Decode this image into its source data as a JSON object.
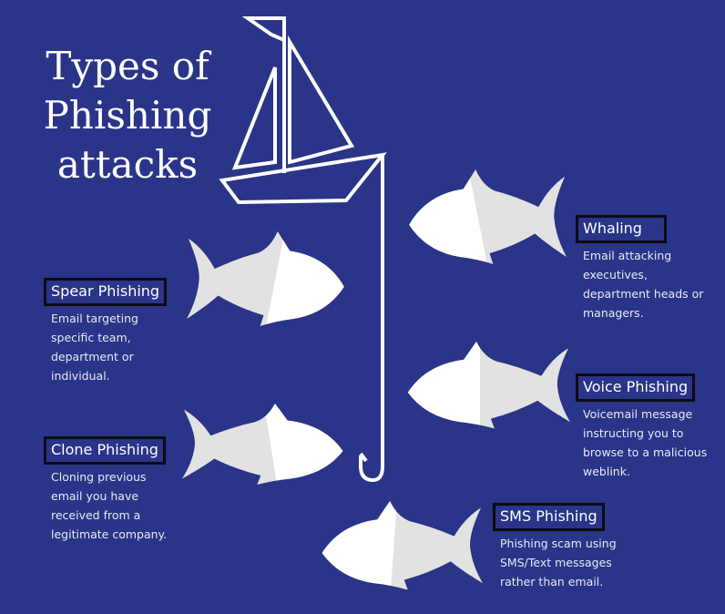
{
  "title": {
    "lines": [
      "Types of",
      "Phishing",
      "attacks"
    ]
  },
  "colors": {
    "background": "#2a3488",
    "fish_front": "#ffffff",
    "fish_back": "#e2e2e2",
    "box_border": "#0b0b12"
  },
  "attacks": [
    {
      "name": "Spear Phishing",
      "desc": [
        "Email targeting",
        "specific team,",
        "department or",
        "individual."
      ]
    },
    {
      "name": "Whaling",
      "desc": [
        "Email attacking",
        "executives,",
        "department heads or",
        "managers."
      ]
    },
    {
      "name": "Voice Phishing",
      "desc": [
        "Voicemail message",
        "instructing you to",
        "browse to a malicious",
        "weblink."
      ]
    },
    {
      "name": "Clone Phishing",
      "desc": [
        "Cloning previous",
        "email you have",
        "received from a",
        "legitimate company."
      ]
    },
    {
      "name": "SMS Phishing",
      "desc": [
        "Phishing scam using",
        "SMS/Text messages",
        "rather than email."
      ]
    }
  ]
}
